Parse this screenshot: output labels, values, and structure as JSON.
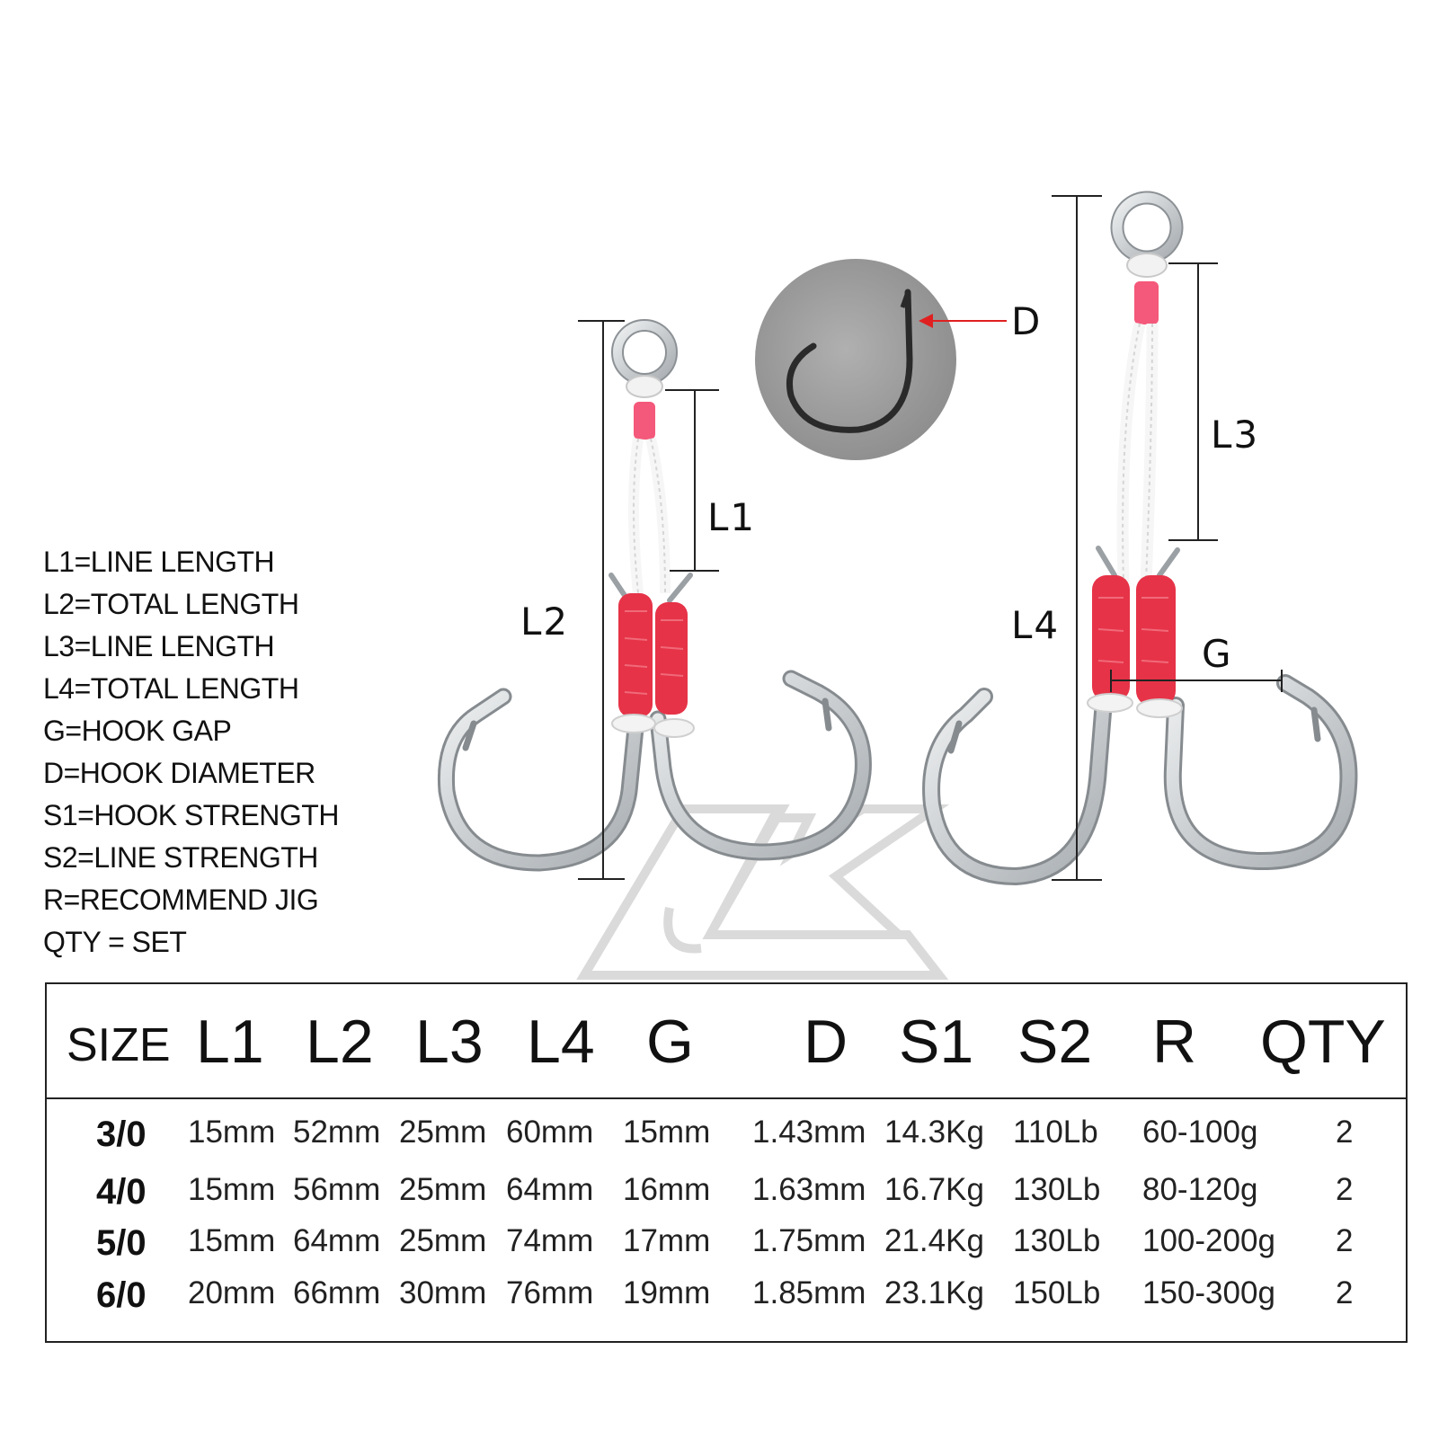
{
  "diagram": {
    "labels": {
      "l1": "L1",
      "l2": "L2",
      "l3": "L3",
      "l4": "L4",
      "g": "G",
      "d": "D"
    },
    "colors": {
      "hook_metal": "#cfd3d6",
      "hook_edge": "#7a7f84",
      "wrap_red": "#e8394a",
      "cord_white": "#f4f4f4",
      "inset_bg": "#9b9b9b",
      "arrow_red": "#e02020",
      "watermark": "#c8c8c8"
    }
  },
  "legend": [
    "L1=LINE LENGTH",
    "L2=TOTAL LENGTH",
    "L3=LINE LENGTH",
    "L4=TOTAL LENGTH",
    "G=HOOK GAP",
    "D=HOOK DIAMETER",
    "S1=HOOK STRENGTH",
    "S2=LINE STRENGTH",
    "R=RECOMMEND JIG",
    "QTY = SET"
  ],
  "table": {
    "headers": [
      "SIZE",
      "L1",
      "L2",
      "L3",
      "L4",
      "G",
      "D",
      "S1",
      "S2",
      "R",
      "QTY"
    ],
    "rows": [
      [
        "3/0",
        "15mm",
        "52mm",
        "25mm",
        "60mm",
        "15mm",
        "1.43mm",
        "14.3Kg",
        "110Lb",
        "60-100g",
        "2"
      ],
      [
        "4/0",
        "15mm",
        "56mm",
        "25mm",
        "64mm",
        "16mm",
        "1.63mm",
        "16.7Kg",
        "130Lb",
        "80-120g",
        "2"
      ],
      [
        "5/0",
        "15mm",
        "64mm",
        "25mm",
        "74mm",
        "17mm",
        "1.75mm",
        "21.4Kg",
        "130Lb",
        "100-200g",
        "2"
      ],
      [
        "6/0",
        "20mm",
        "66mm",
        "30mm",
        "76mm",
        "19mm",
        "1.85mm",
        "23.1Kg",
        "150Lb",
        "150-300g",
        "2"
      ]
    ]
  }
}
